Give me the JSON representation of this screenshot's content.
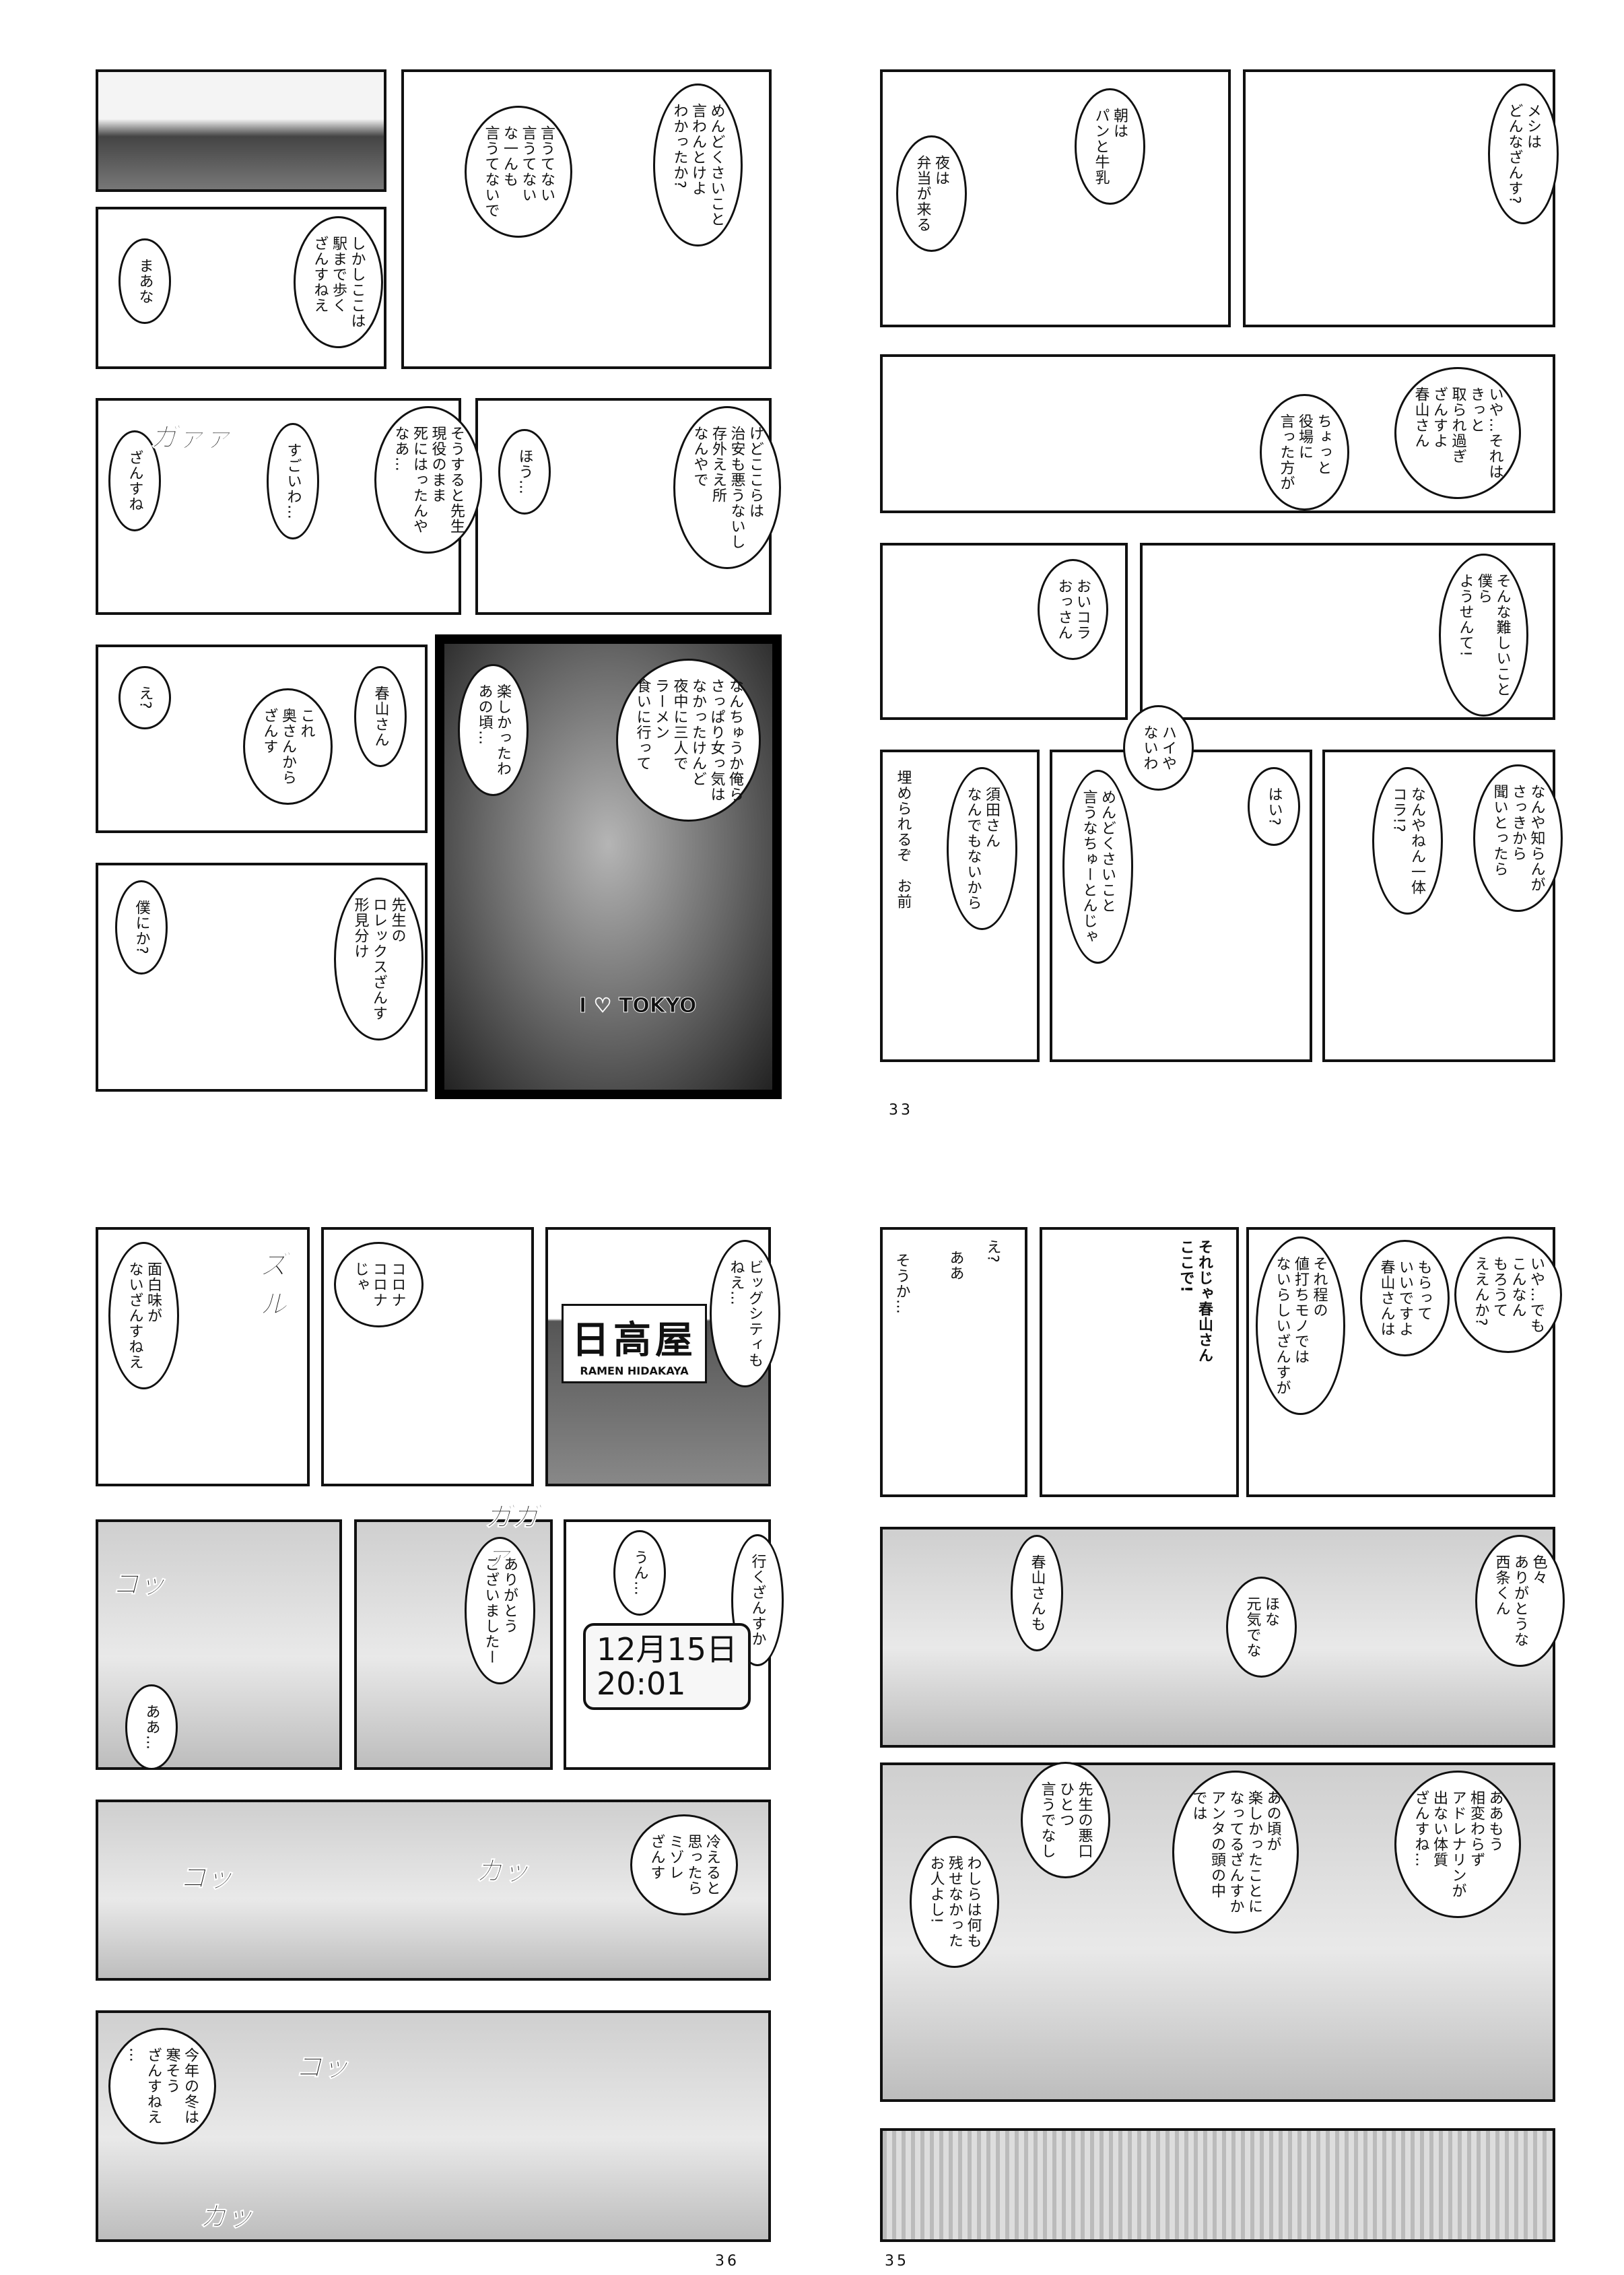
{
  "page_numbers": {
    "p33": "33",
    "p36": "36",
    "p35": "35"
  },
  "panels": {
    "tl1": {
      "texts": []
    },
    "tl2": {
      "texts": [
        "めんどくさいこと\n言わんとけよ\nわかったか?",
        "言うてない\n言うてない\nな一んも\n言うてないで"
      ]
    },
    "tl3": {
      "texts": [
        "しかしここは\n駅まで歩く\nざんすねえ",
        "まあな"
      ]
    },
    "tl4": {
      "texts": [
        "そうすると先生\n現役のまま\n死にはったんや\nなあ…",
        "すごいわ…",
        "ざんすね",
        "ガァァ"
      ]
    },
    "tl5": {
      "texts": [
        "けどここらは\n治安も悪うないし\n存外ええ所\nなんやで",
        "ほう…"
      ]
    },
    "tl6": {
      "texts": [
        "春山さん",
        "これ\n奥さんから\nざんす",
        "え?"
      ]
    },
    "tl7": {
      "texts": [
        "先生の\nロレックスざんす\n形見分け",
        "僕にか?"
      ]
    },
    "tl8": {
      "texts": [
        "なんちゅうか俺ら\nさっぱり女っ気は\nなかったけんど\n夜中に三人で\nラーメン\n食いに行って",
        "楽しかったわ\nあの頃…",
        "I ♡ TOKYO"
      ]
    },
    "tr1": {
      "texts": [
        "朝は\nパンと牛乳",
        "夜は\n弁当が来る"
      ]
    },
    "tr2": {
      "texts": [
        "メシは\nどんなざんす?"
      ]
    },
    "tr3": {
      "texts": [
        "いや…それは\nきっと\n取られ過ぎ\nざんすよ\n春山さん",
        "ちょっと\n役場に\n言った方が"
      ]
    },
    "tr4": {
      "texts": [
        "おいコラ\nおっさん"
      ]
    },
    "tr5": {
      "texts": [
        "そんな難しいこと\n僕ら\nようせんて!"
      ]
    },
    "tr6": {
      "texts": [
        "須田さん\nなんでもないから",
        "埋められるぞ　お前"
      ]
    },
    "tr7": {
      "texts": [
        "はい?",
        "ハイや\nないわ",
        "めんどくさいこと\n言うなちゅーとんじゃ"
      ]
    },
    "tr8": {
      "texts": [
        "なんや知らんが\nさっきから\n聞いとったら",
        "なんやねん一体\nコラ!?"
      ]
    },
    "bl1": {
      "texts": [
        "面白味が\nないざんすねえ",
        "ズル"
      ]
    },
    "bl2": {
      "texts": [
        "コロナ\nコロナ\nじゃ"
      ]
    },
    "bl3": {
      "texts": [
        "ビッグシティも\nねえ…",
        "日高屋",
        "RAMEN HIDAKAYA"
      ]
    },
    "bl4": {
      "texts": [
        "コッ",
        "ああ…"
      ]
    },
    "bl5": {
      "texts": [
        "ありがとう\nございましたー",
        "ガガァ"
      ]
    },
    "bl6": {
      "texts": [
        "行くざんすか",
        "うん…",
        "12月15日",
        "20:01"
      ]
    },
    "bl7": {
      "texts": [
        "冷えると\n思ったら\nミゾレ\nざんす",
        "コッ",
        "カッ"
      ]
    },
    "bl8": {
      "texts": [
        "今年の冬は\n寒そう\nざんすねえ\n…",
        "コッ",
        "カッ"
      ]
    },
    "br1": {
      "texts": [
        "え?",
        "ああ",
        "そうか…"
      ]
    },
    "br2": {
      "texts": [
        "それじゃ春山さん\nここで!"
      ]
    },
    "br3": {
      "texts": [
        "いや…でも\nこんなん\nもろうて\nええんか?",
        "もらって\nいいですよ\n春山さんは",
        "それ程の\n値打ちモノでは\nないらしいざんすが"
      ]
    },
    "br4": {
      "texts": [
        "色々\nありがとうな\n西条くん",
        "ほな\n元気でな",
        "春山さんも"
      ]
    },
    "br5": {
      "texts": [
        "ああもう\n相変わらず\nアドレナリンが\n出ない体質\nざんすね…",
        "あの頃が\n楽しかったことに\nなってるざんすか\nアンタの頭の中\nでは",
        "先生の悪口\nひとつ\n言うでなし",
        "わしらは何も\n残せなかった\nお人よし!"
      ]
    },
    "br6": {
      "texts": []
    }
  }
}
